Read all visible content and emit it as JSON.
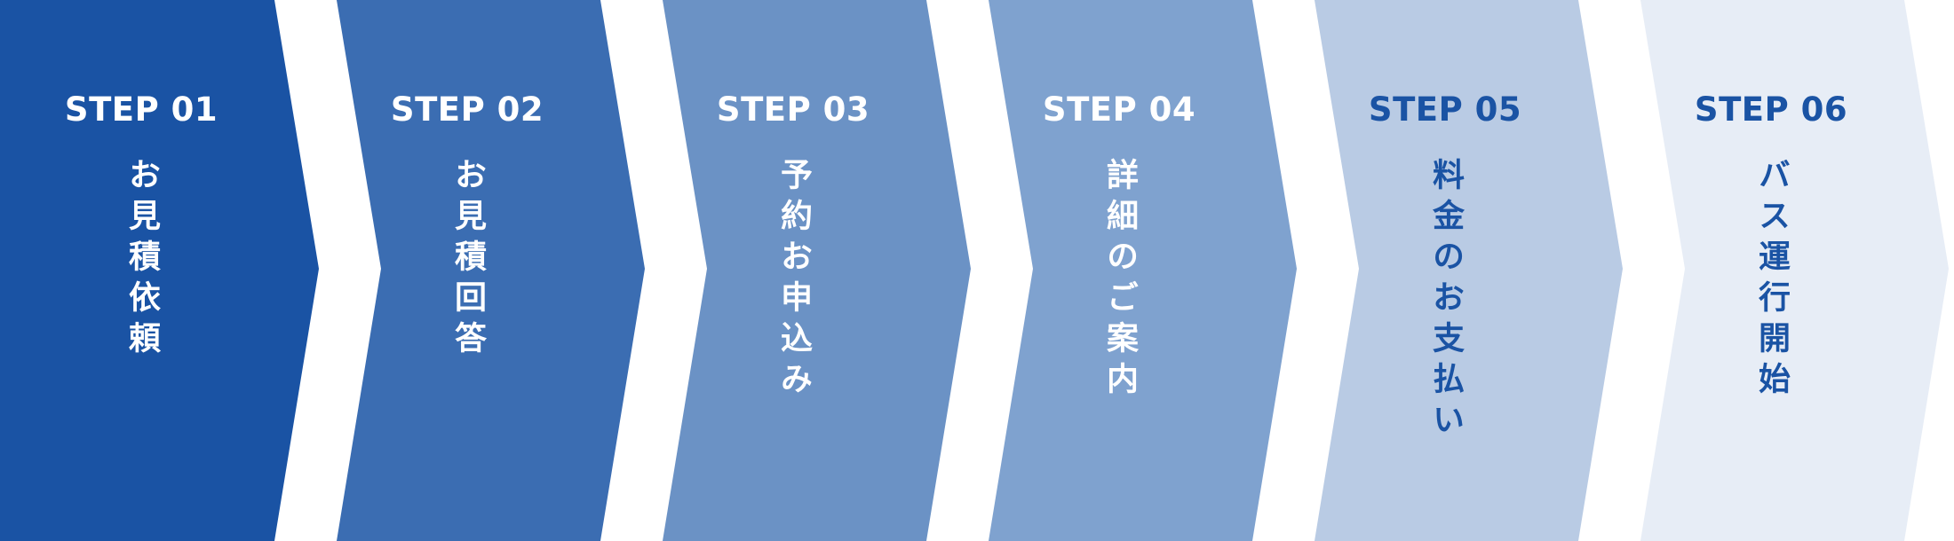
{
  "steps": [
    {
      "label": "STEP 01",
      "title": "お見積依頼",
      "fill": "#1a53a4",
      "text_color": "#ffffff"
    },
    {
      "label": "STEP 02",
      "title": "お見積回答",
      "fill": "#3b6db2",
      "text_color": "#ffffff"
    },
    {
      "label": "STEP 03",
      "title": "予約お申込み",
      "fill": "#6b92c5",
      "text_color": "#ffffff"
    },
    {
      "label": "STEP 04",
      "title": "詳細のご案内",
      "fill": "#7fa2cf",
      "text_color": "#ffffff"
    },
    {
      "label": "STEP 05",
      "title": "料金のお支払い",
      "fill": "#b9cbe4",
      "text_color": "#1a53a4"
    },
    {
      "label": "STEP 06",
      "title": "バス運行開始",
      "fill": "#e7edf6",
      "text_color": "#1a53a4"
    }
  ]
}
